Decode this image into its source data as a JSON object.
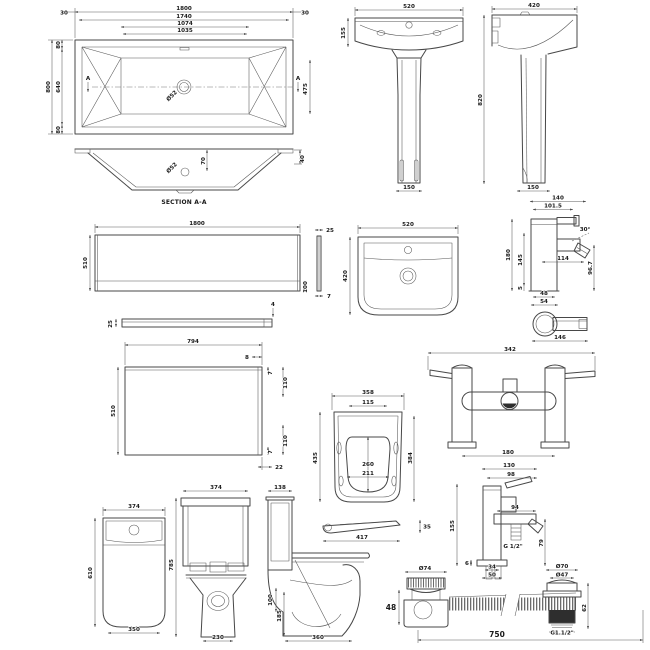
{
  "sheet": {
    "caption_section": "SECTION A-A",
    "line_color": "#474747",
    "background": "#ffffff"
  },
  "bath_plan": {
    "w_overall": "1800",
    "w_rim": "1740",
    "w_inner1": "1074",
    "w_inner2": "1035",
    "offset_left": "30",
    "offset_right": "30",
    "d_overall": "800",
    "m_top": "80",
    "d_inner": "640",
    "m_bottom": "80",
    "inner_width": "475",
    "waste_dia": "Ø52",
    "marker_left": "A",
    "marker_right": "A"
  },
  "bath_section": {
    "waste_h": "70",
    "waste_dia": "Ø52",
    "rim_h": "40"
  },
  "basin_front": {
    "w": "520",
    "h_basin": "155",
    "w_base": "150"
  },
  "basin_side": {
    "d": "420",
    "h": "820",
    "d_base": "150"
  },
  "front_panel": {
    "w": "1800",
    "h": "510",
    "plinth": "100",
    "t_top": "25",
    "t_bot": "7",
    "plan_t": "25",
    "plan_edge": "4"
  },
  "basin_plan": {
    "w": "520",
    "d": "420"
  },
  "tap_front": {
    "w_overall": "140",
    "w_handle": "101.5",
    "h": "180",
    "h_spout": "145",
    "base_gap": "5",
    "reach": "114",
    "spout_h": "96.7",
    "angle": "30°",
    "w_body": "48",
    "w_base": "54"
  },
  "tap_plan": {
    "depth": "146"
  },
  "end_panel": {
    "w": "794",
    "h": "510",
    "edge": "8",
    "t1": "7",
    "l1": "110",
    "t2": "7",
    "l2": "110",
    "ret": "22"
  },
  "seat_plan": {
    "w": "358",
    "hinge": "115",
    "h_left": "435",
    "h_right": "384",
    "bowl_l": "260",
    "bowl_w": "211"
  },
  "seat_side": {
    "l": "417",
    "h": "35"
  },
  "bsm_front": {
    "w": "342",
    "centres": "180"
  },
  "bsm_side": {
    "d": "130",
    "d2": "98",
    "h": "155",
    "spout": "94",
    "spout_h": "79",
    "flange": "6",
    "w1": "34",
    "w2": "50",
    "thread": "G 1/2\""
  },
  "waste": {
    "plug_dia": "Ø74",
    "plug_h": "48",
    "hose_l": "750",
    "top_dia": "Ø70",
    "body_dia": "Ø47",
    "h": "62",
    "thread": "G1.1/2\""
  },
  "cistern_front": {
    "w": "374",
    "h": "610",
    "base": "350"
  },
  "wc_front": {
    "w": "374",
    "h": "785",
    "base": "230"
  },
  "wc_side": {
    "d": "138",
    "trap_h": "100",
    "outlet": "185",
    "base": "360"
  }
}
